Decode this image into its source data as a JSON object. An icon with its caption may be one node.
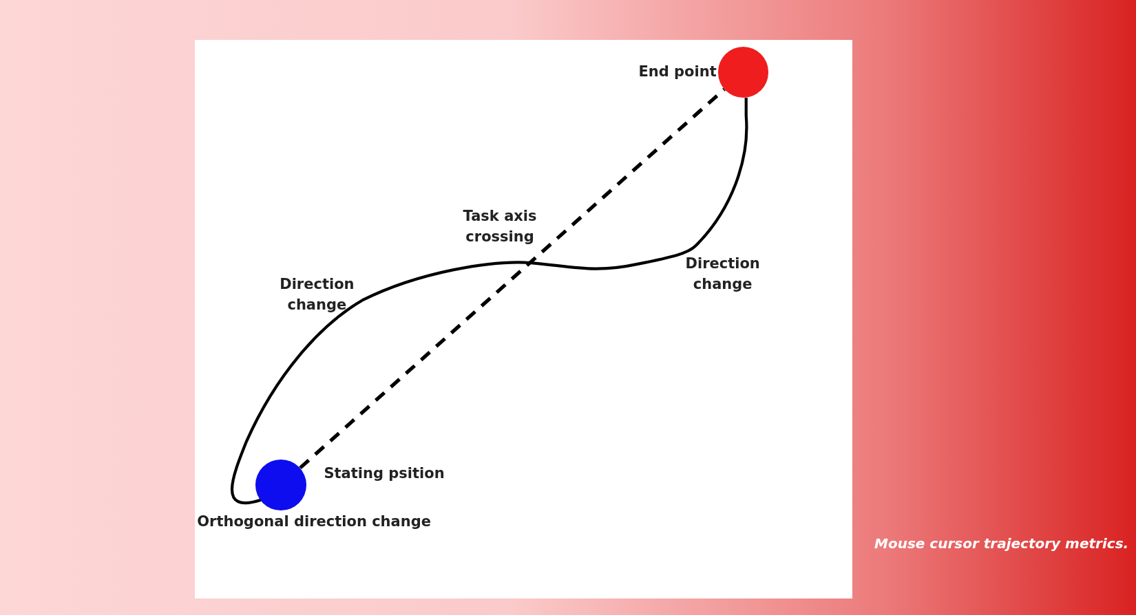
{
  "diagram": {
    "caption": "Mouse cursor trajectory metrics.",
    "nodes": [
      {
        "text": [],
        "shape": "circle",
        "beside": [
          "Stating psition"
        ]
      },
      {
        "text": [],
        "shape": "circle",
        "beside": [
          "End point"
        ]
      }
    ],
    "edges": [
      {
        "from": 0,
        "to": 1,
        "arrow": "none",
        "style": "dashed"
      },
      {
        "from": 0,
        "to": 1,
        "arrow": "none"
      }
    ],
    "labels": [
      "Task axis crossing",
      "Direction change",
      "Direction change",
      "Orthogonal direction change"
    ]
  }
}
